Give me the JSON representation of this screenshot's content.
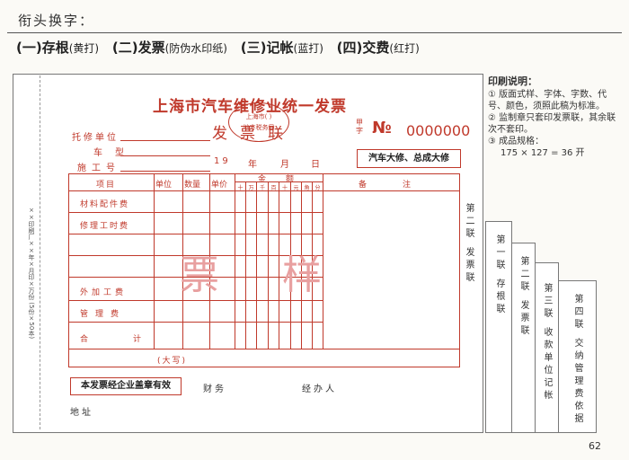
{
  "header": {
    "title": "衔头换字：",
    "copies": [
      {
        "num": "(一)",
        "name": "存根",
        "note": "(黄打)"
      },
      {
        "num": "(二)",
        "name": "发票",
        "note": "(防伪水印纸)"
      },
      {
        "num": "(三)",
        "name": "记帐",
        "note": "(蓝打)"
      },
      {
        "num": "(四)",
        "name": "交费",
        "note": "(红打)"
      }
    ]
  },
  "invoice": {
    "title": "上海市汽车维修业统一发票",
    "subtitle": "发票联",
    "stamp_lines": [
      "上海市(  )",
      "地方税务局"
    ],
    "jiazi": "甲字",
    "no_label": "№",
    "no_value": "0000000",
    "fields": {
      "client": "托修单位",
      "vehicle": "车型",
      "work": "施工号",
      "date_year": "19",
      "date_year_unit": "年",
      "date_month": "月",
      "date_day": "日"
    },
    "badge": "汽车大修、总成大修",
    "table": {
      "col_item": "项目",
      "col_unit": "单位",
      "col_qty": "数量",
      "col_price": "单价",
      "col_amount": "金额",
      "col_notes": "备注",
      "digits": [
        "十",
        "万",
        "千",
        "百",
        "十",
        "元",
        "角",
        "分"
      ],
      "rows": [
        "材料配件费",
        "修理工时费",
        "",
        "",
        "外加工费",
        "管理费",
        "合计"
      ],
      "daxie": "(大写)"
    },
    "watermark": "票样",
    "side_text": "××印刷厂××年×月印×万份 (5份×50本)",
    "footer": {
      "biz_stamp": "本发票经企业盖章有效",
      "finance": "财务",
      "handler": "经办人",
      "address": "地址"
    },
    "side_copies": [
      "第二联 发票联",
      "第一联 存根联",
      "第二联 发票联",
      "第三联 收款单位记帐",
      "第四联 交纳管理费依据"
    ]
  },
  "notes": {
    "title": "印刷说明：",
    "items": [
      "① 版面式样、字体、字数、代号、颜色，须照此稿为标准。",
      "② 监制章只套印发票联，其余联次不套印。",
      "③ 成品规格：",
      "175 × 127 = 36 开"
    ]
  },
  "page_number": "62"
}
